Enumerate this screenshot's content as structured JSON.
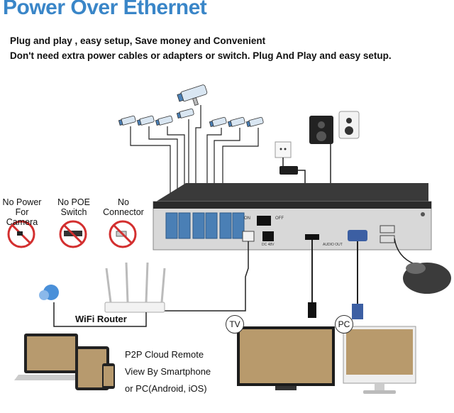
{
  "title": "Power Over Ethernet",
  "subtitle_lines": [
    "Plug and play , easy setup, Save money and Convenient",
    "Don't need extra power cables or adapters or switch. Plug And Play and easy setup."
  ],
  "benefits": [
    {
      "line1": "No Power",
      "line2": "For Camera"
    },
    {
      "line1": "No POE",
      "line2": "Switch"
    },
    {
      "line1": "No",
      "line2": "Connector"
    }
  ],
  "nvr_labels": {
    "power_switch_on": "ON",
    "power_switch_off": "OFF",
    "dc_label": "DC 48V",
    "audio_out": "AUDIO OUT"
  },
  "router_label": "WiFi Router",
  "p2p_lines": [
    "P2P Cloud Remote",
    "View By Smartphone",
    "or PC(Android, iOS)"
  ],
  "tv_label": "TV",
  "pc_label": "PC",
  "colors": {
    "title": "#3a86c8",
    "nvr_body": "#2b2b2b",
    "poe_ports": "#4a7fb5",
    "prohibit": "#d32f2f"
  }
}
